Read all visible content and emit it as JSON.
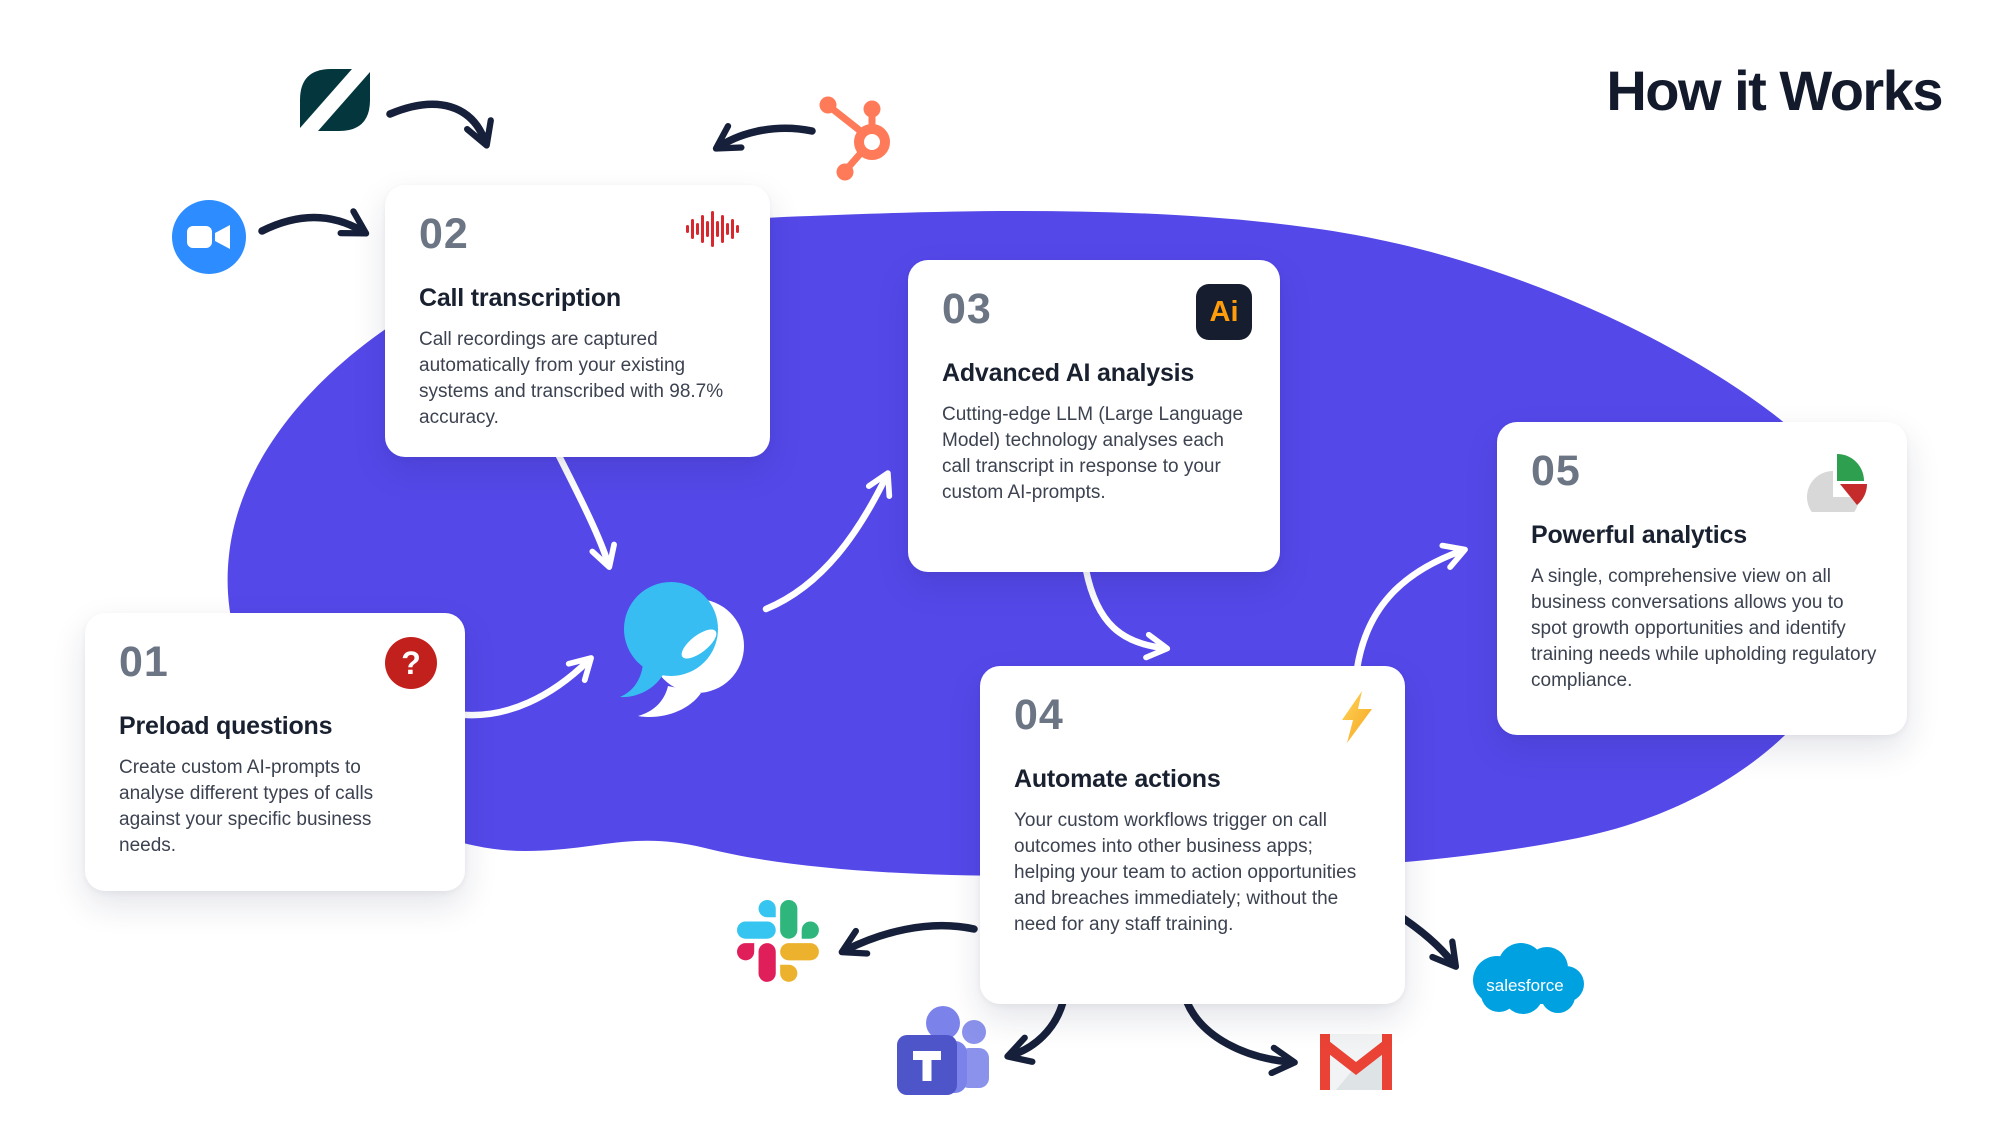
{
  "title": "How it Works",
  "steps": [
    {
      "number": "01",
      "heading": "Preload questions",
      "icon": "question-mark-icon",
      "body": "Create custom AI-prompts to analyse different types of calls against your specific business needs."
    },
    {
      "number": "02",
      "heading": "Call transcription",
      "icon": "audio-waveform-icon",
      "body": "Call recordings are captured automatically from your existing systems and transcribed with 98.7% accuracy."
    },
    {
      "number": "03",
      "heading": "Advanced AI analysis",
      "icon": "ai-badge-icon",
      "icon_label": "Ai",
      "body": "Cutting-edge LLM (Large Language Model) technology analyses each call transcript in response to your custom AI-prompts."
    },
    {
      "number": "04",
      "heading": "Automate actions",
      "icon": "lightning-bolt-icon",
      "body": "Your custom workflows trigger on call outcomes into other business apps; helping your team to action opportunities and breaches immediately; without the need for any staff training."
    },
    {
      "number": "05",
      "heading": "Powerful analytics",
      "icon": "pie-chart-icon",
      "body": "A single, comprehensive view on all business conversations allows you to spot growth opportunities and identify training needs while upholding regulatory compliance."
    }
  ],
  "integrations": {
    "sources": [
      "Zendesk",
      "Zoom",
      "HubSpot"
    ],
    "destinations": [
      "Slack",
      "Microsoft Teams",
      "Gmail",
      "Salesforce"
    ],
    "salesforce_label": "salesforce",
    "center_logo": "chat-bubble-logo"
  },
  "colors": {
    "blob": "#5448E9",
    "arrow_dark": "#17203A",
    "arrow_light": "#FFFFFF",
    "card_number": "#6C7584",
    "heading": "#19202F",
    "body_text": "#3C4250",
    "title": "#131A2C",
    "step1_icon": "#C2201C",
    "step2_icon": "#D7282F",
    "step3_icon_bg": "#161D2E",
    "step3_icon_text": "#FF9D0B",
    "step4_icon": "#F7A41D",
    "step5_green": "#2E9E4F",
    "step5_red": "#C52B2B",
    "step5_gray": "#D8D8D8",
    "zendesk": "#03363D",
    "zoom": "#2D8CFF",
    "hubspot": "#FF7A59",
    "salesforce": "#00A1E0",
    "slack": [
      "#36C5F0",
      "#2EB67D",
      "#ECB22E",
      "#E01E5A"
    ],
    "teams": "#4D55C9",
    "gmail": "#EA4335",
    "bubble": "#38BDF2"
  }
}
